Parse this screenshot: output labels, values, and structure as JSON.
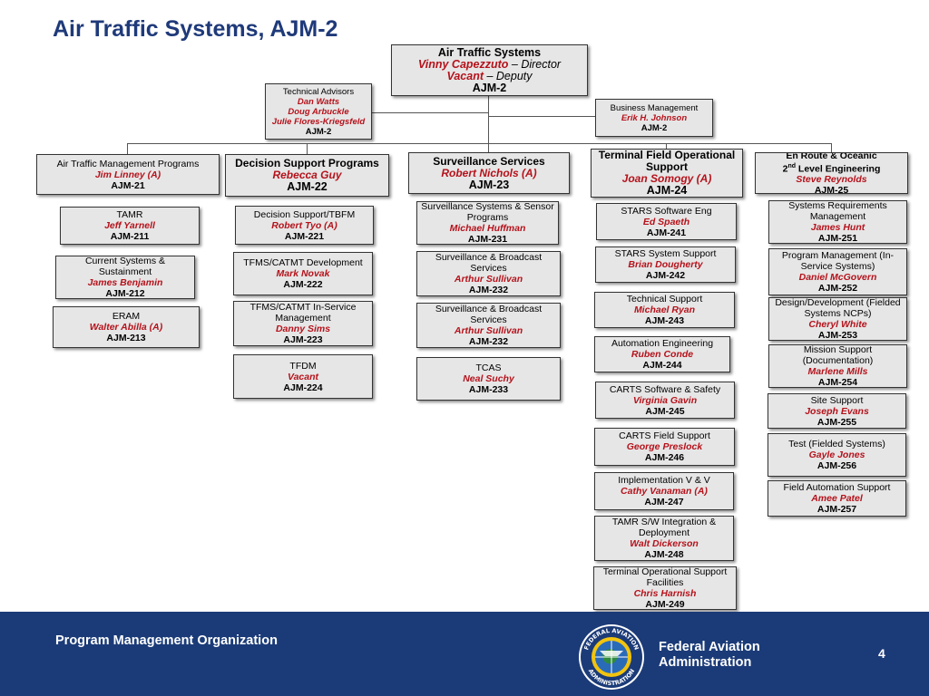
{
  "page_title": "Air Traffic Systems, AJM-2",
  "director_box": {
    "title": "Air Traffic Systems",
    "director_name": "Vinny Capezzuto",
    "director_role": " – Director",
    "deputy_name": "Vacant",
    "deputy_role": " – Deputy",
    "code": "AJM-2"
  },
  "technical_advisors": {
    "title": "Technical Advisors",
    "names": [
      "Dan Watts",
      "Doug Arbuckle",
      "Julie Flores-Kriegsfeld"
    ],
    "code": "AJM-2"
  },
  "business_management": {
    "title": "Business Management",
    "name": "Erik H. Johnson",
    "code": "AJM-2"
  },
  "divisions": {
    "ajm21": {
      "head": {
        "title": "Air Traffic Management Programs",
        "name": "Jim Linney (A)",
        "code": "AJM-21"
      },
      "units": [
        {
          "title": "TAMR",
          "name": "Jeff Yarnell",
          "code": "AJM-211"
        },
        {
          "title": "Current Systems & Sustainment",
          "name": "James Benjamin",
          "code": "AJM-212"
        },
        {
          "title": "ERAM",
          "name": "Walter Abilla (A)",
          "code": "AJM-213"
        }
      ]
    },
    "ajm22": {
      "head": {
        "title": "Decision Support Programs",
        "name": "Rebecca Guy",
        "code": "AJM-22"
      },
      "units": [
        {
          "title": "Decision Support/TBFM",
          "name": "Robert Tyo (A)",
          "code": "AJM-221"
        },
        {
          "title": "TFMS/CATMT Development",
          "name": "Mark Novak",
          "code": "AJM-222"
        },
        {
          "title": "TFMS/CATMT In-Service Management",
          "name": "Danny Sims",
          "code": "AJM-223"
        },
        {
          "title": "TFDM",
          "name": "Vacant",
          "code": "AJM-224"
        }
      ]
    },
    "ajm23": {
      "head": {
        "title": "Surveillance Services",
        "name": "Robert Nichols (A)",
        "code": "AJM-23"
      },
      "units": [
        {
          "title": "Surveillance Systems & Sensor Programs",
          "name": "Michael Huffman",
          "code": "AJM-231"
        },
        {
          "title": "Surveillance & Broadcast Services",
          "name": "Arthur Sullivan",
          "code": "AJM-232"
        },
        {
          "title": "Surveillance & Broadcast Services",
          "name": "Arthur Sullivan",
          "code": "AJM-232"
        },
        {
          "title": "TCAS",
          "name": "Neal Suchy",
          "code": "AJM-233"
        }
      ]
    },
    "ajm24": {
      "head": {
        "title": "Terminal Field Operational Support",
        "name": "Joan Somogy (A)",
        "code": "AJM-24"
      },
      "units": [
        {
          "title": "STARS Software Eng",
          "name": "Ed Spaeth",
          "code": "AJM-241"
        },
        {
          "title": "STARS System Support",
          "name": "Brian Dougherty",
          "code": "AJM-242"
        },
        {
          "title": "Technical Support",
          "name": "Michael Ryan",
          "code": "AJM-243"
        },
        {
          "title": "Automation Engineering",
          "name": "Ruben Conde",
          "code": "AJM-244"
        },
        {
          "title": "CARTS Software & Safety",
          "name": "Virginia Gavin",
          "code": "AJM-245"
        },
        {
          "title": "CARTS Field Support",
          "name": "George Preslock",
          "code": "AJM-246"
        },
        {
          "title": "Implementation V & V",
          "name": "Cathy Vanaman (A)",
          "code": "AJM-247"
        },
        {
          "title": "TAMR S/W Integration & Deployment",
          "name": "Walt Dickerson",
          "code": "AJM-248"
        },
        {
          "title": "Terminal Operational Support Facilities",
          "name": "Chris Harnish",
          "code": "AJM-249"
        }
      ]
    },
    "ajm25": {
      "head": {
        "title_line1": "En Route & Oceanic",
        "title_line2_pre": "2",
        "title_line2_sup": "nd",
        "title_line2_post": " Level Engineering",
        "name": "Steve Reynolds",
        "code": "AJM-25"
      },
      "units": [
        {
          "title": "Systems Requirements Management",
          "name": "James Hunt",
          "code": "AJM-251"
        },
        {
          "title": "Program Management (In-Service Systems)",
          "name": "Daniel McGovern",
          "code": "AJM-252"
        },
        {
          "title": "Design/Development (Fielded Systems NCPs)",
          "name": "Cheryl  White",
          "code": "AJM-253"
        },
        {
          "title": "Mission Support (Documentation)",
          "name": "Marlene Mills",
          "code": "AJM-254"
        },
        {
          "title": "Site Support",
          "name": "Joseph Evans",
          "code": "AJM-255"
        },
        {
          "title": "Test (Fielded Systems)",
          "name": "Gayle Jones",
          "code": "AJM-256"
        },
        {
          "title": "Field Automation Support",
          "name": "Amee Patel",
          "code": "AJM-257"
        }
      ]
    }
  },
  "footer": {
    "left_text": "Program Management Organization",
    "agency_line1": "Federal Aviation",
    "agency_line2": "Administration",
    "page_number": "4",
    "seal_icon": "faa-seal-icon",
    "seal_ring_top": "FEDERAL AVIATION",
    "seal_ring_bottom": "ADMINISTRATION"
  },
  "colors": {
    "title": "#1f3a7a",
    "name_red": "#b5121b",
    "footer_bg": "#1b3b78",
    "box_fill": "#e6e6e6"
  }
}
